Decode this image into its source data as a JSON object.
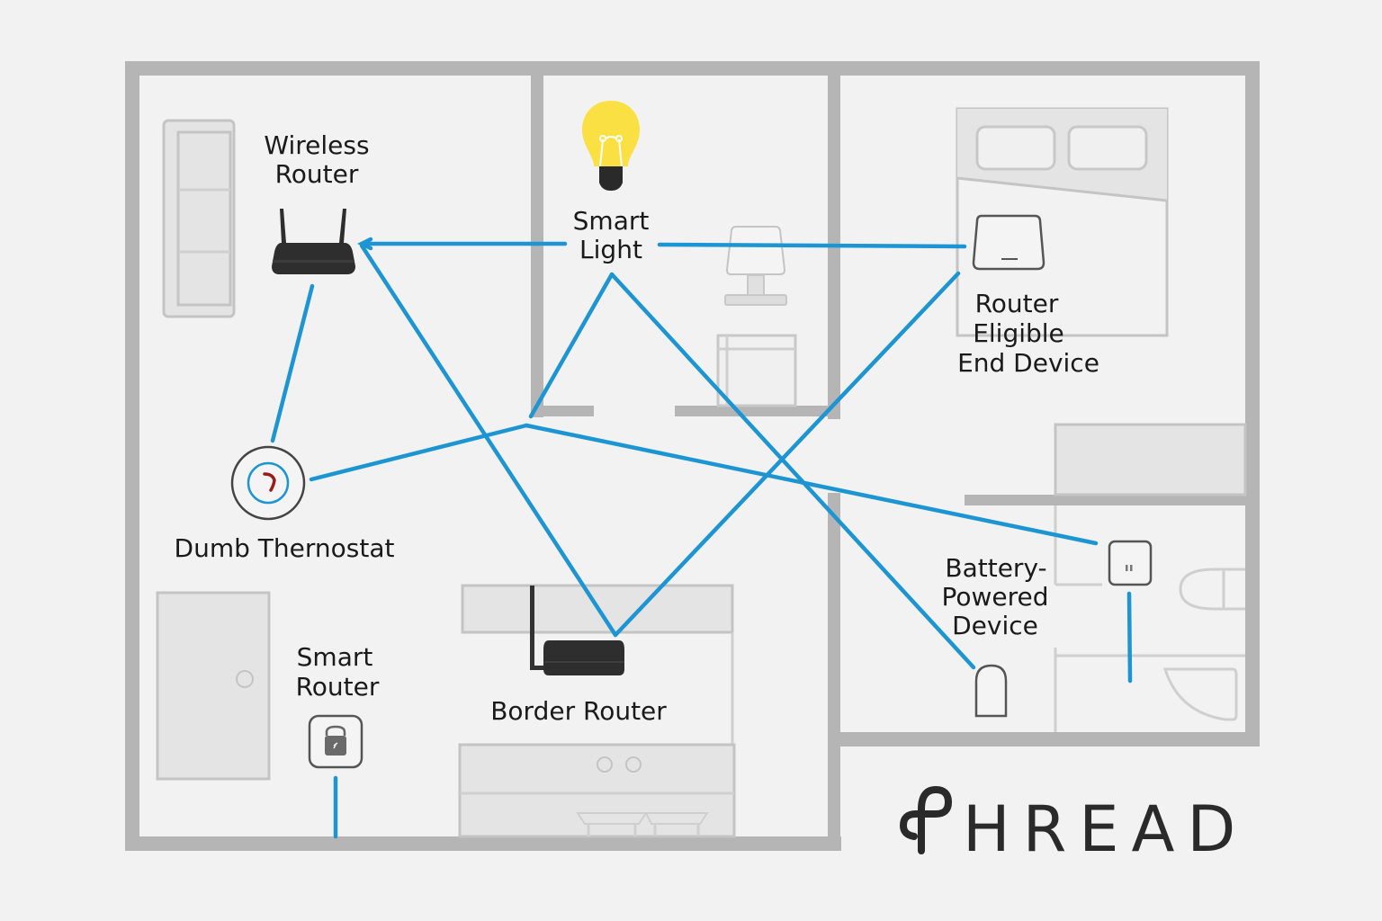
{
  "title": "Thread network floor plan",
  "brand": {
    "logo_text": "HREAD",
    "logo_name": "THREAD"
  },
  "colors": {
    "background": "#f2f2f2",
    "wall": "#b5b5b5",
    "link": "#1e95d3",
    "device_dark": "#2e2e2e",
    "bulb": "#fbe043",
    "thermostat_accent": "#1e95d3",
    "thermostat_needle": "#9a1c1c"
  },
  "devices": {
    "wireless_router": {
      "label_lines": [
        "Wireless",
        "Router"
      ],
      "icon": "wifi-router-icon"
    },
    "smart_light": {
      "label_lines": [
        "Smart",
        "Light"
      ],
      "icon": "light-bulb-icon"
    },
    "reed": {
      "label_lines": [
        "Router",
        "Eligible",
        "End Device"
      ],
      "icon": "reed-device-icon"
    },
    "thermostat": {
      "label_lines": [
        "Dumb Thernostat"
      ],
      "icon": "thermostat-icon"
    },
    "border_router": {
      "label_lines": [
        "Border Router"
      ],
      "icon": "border-router-icon"
    },
    "smart_router": {
      "label_lines": [
        "Smart",
        "Router"
      ],
      "icon": "smart-lock-icon"
    },
    "battery_device": {
      "label_lines": [
        "Battery-",
        "Powered",
        "Device"
      ],
      "icon": "battery-sensor-icon"
    },
    "bath_switch": {
      "label_lines": [],
      "icon": "switch-icon"
    }
  },
  "links": [
    {
      "from": "smart_light",
      "to": "wireless_router"
    },
    {
      "from": "smart_light",
      "to": "reed"
    },
    {
      "from": "wireless_router",
      "to": "thermostat"
    },
    {
      "from": "wireless_router",
      "to": "border_router"
    },
    {
      "from": "thermostat",
      "to": "bath_switch"
    },
    {
      "from": "smart_light",
      "to": "battery_device"
    },
    {
      "from": "smart_light",
      "to": "center"
    },
    {
      "from": "reed",
      "to": "border_router"
    },
    {
      "from": "bath_switch",
      "to": "bath_wall"
    },
    {
      "from": "smart_router",
      "to": "outside"
    }
  ]
}
